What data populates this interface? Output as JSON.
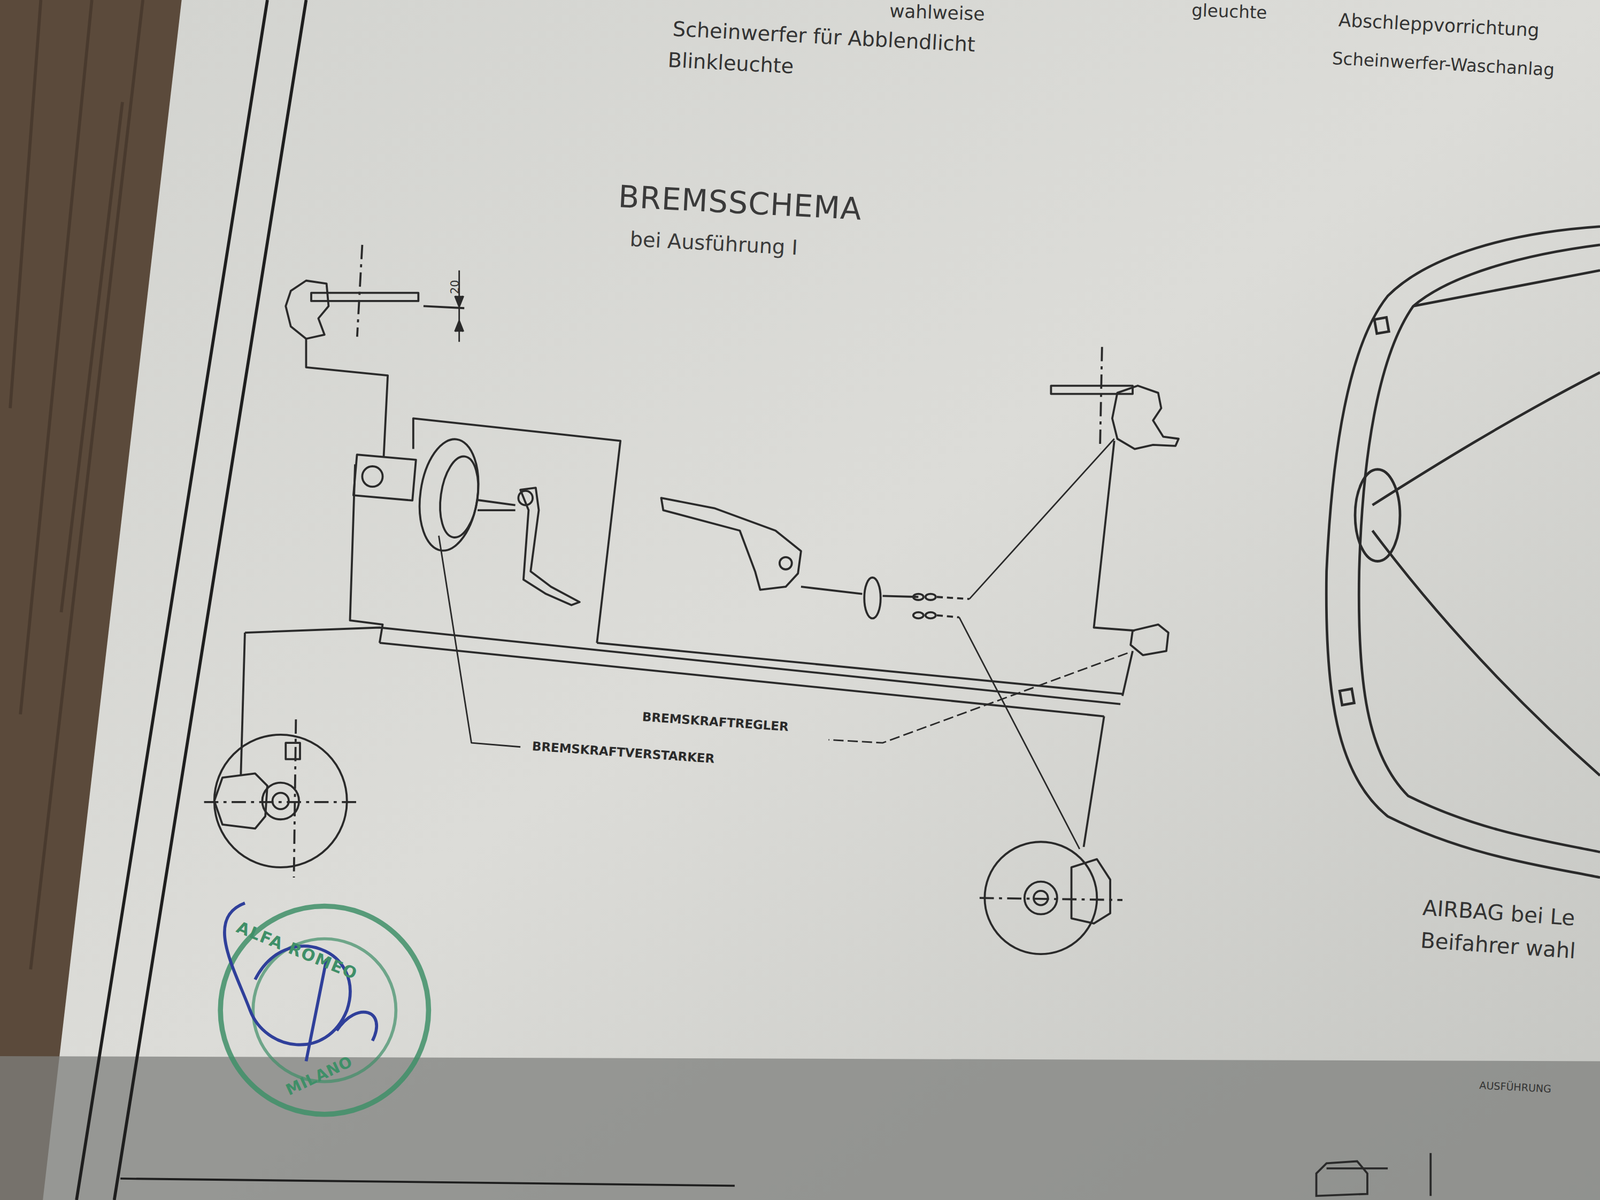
{
  "diagram": {
    "title": "BREMSSCHEMA",
    "labels": [
      "wahlweise",
      "gleuchte",
      "Scheinwerfer für Abblendlicht",
      "Blinkleuchte",
      "Abschleppvorrichtung",
      "Scheinwerfer-Waschanlag",
      "bei Ausführung I",
      "20",
      "BREMSKRAFTREGLER",
      "BREMSKRAFTVERSTARKER",
      "AIRBAG bei Le",
      "Beifahrer wahl",
      "ALFA ROMEO",
      "MILANO",
      "AUSFÜHRUNG"
    ]
  }
}
